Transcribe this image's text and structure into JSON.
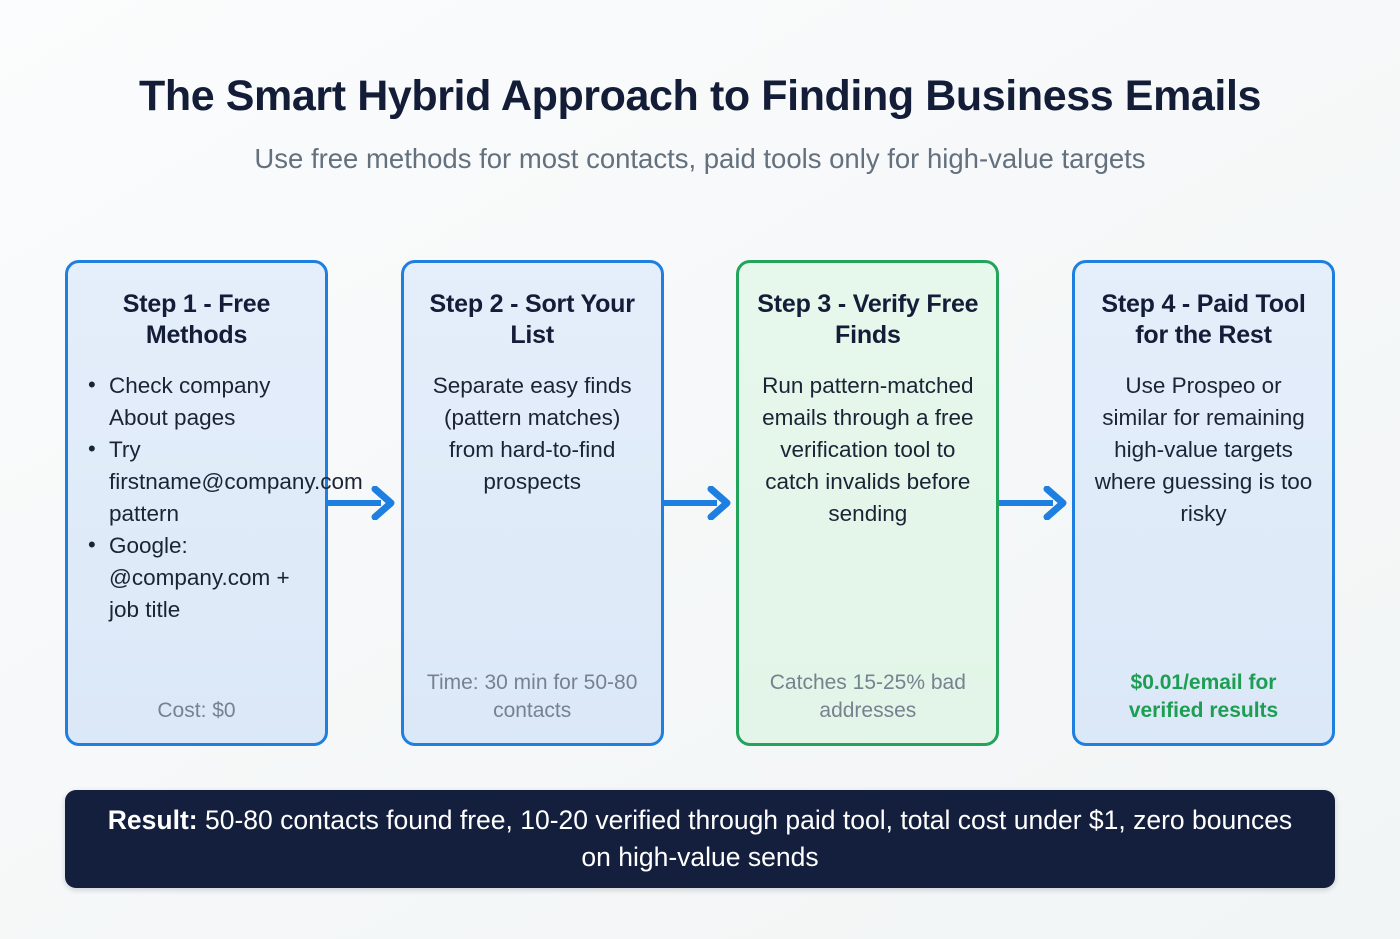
{
  "header": {
    "title": "The Smart Hybrid Approach to Finding Business Emails",
    "subtitle": "Use free methods for most contacts, paid tools only for high-value targets"
  },
  "colors": {
    "accent_blue": "#1f7fe0",
    "accent_green": "#22a45b",
    "note_green": "#1d9e52",
    "banner_navy": "#131f3d",
    "title_navy": "#131d38",
    "subtitle_gray": "#63707e",
    "note_gray": "#76828f",
    "page_background": "#f6f8f9"
  },
  "steps": [
    {
      "title": "Step 1 - Free Methods",
      "variant": "blue",
      "bullets": [
        "Check company About pages",
        "Try firstname@company.com pattern",
        "Google: @company.com + job title"
      ],
      "body": "",
      "note": "Cost: $0",
      "note_style": "muted"
    },
    {
      "title": "Step 2 - Sort Your List",
      "variant": "blue",
      "bullets": [],
      "body": "Separate easy finds (pattern matches) from hard-to-find prospects",
      "note": "Time: 30 min for 50-80 contacts",
      "note_style": "muted"
    },
    {
      "title": "Step 3 - Verify Free Finds",
      "variant": "green",
      "bullets": [],
      "body": "Run pattern-matched emails through a free verification tool to catch invalids before sending",
      "note": "Catches 15-25% bad addresses",
      "note_style": "muted"
    },
    {
      "title": "Step 4 - Paid Tool for the Rest",
      "variant": "blue",
      "bullets": [],
      "body": "Use Prospeo or similar for remaining high-value targets where guessing is too risky",
      "note": "$0.01/email for verified results",
      "note_style": "accent"
    }
  ],
  "connectors": [
    {
      "icon": "arrow-right-icon"
    },
    {
      "icon": "arrow-right-icon"
    },
    {
      "icon": "arrow-right-icon"
    }
  ],
  "result": {
    "label": "Result:",
    "text": " 50-80 contacts found free, 10-20 verified through paid tool, total cost under $1, zero bounces on high-value sends"
  }
}
